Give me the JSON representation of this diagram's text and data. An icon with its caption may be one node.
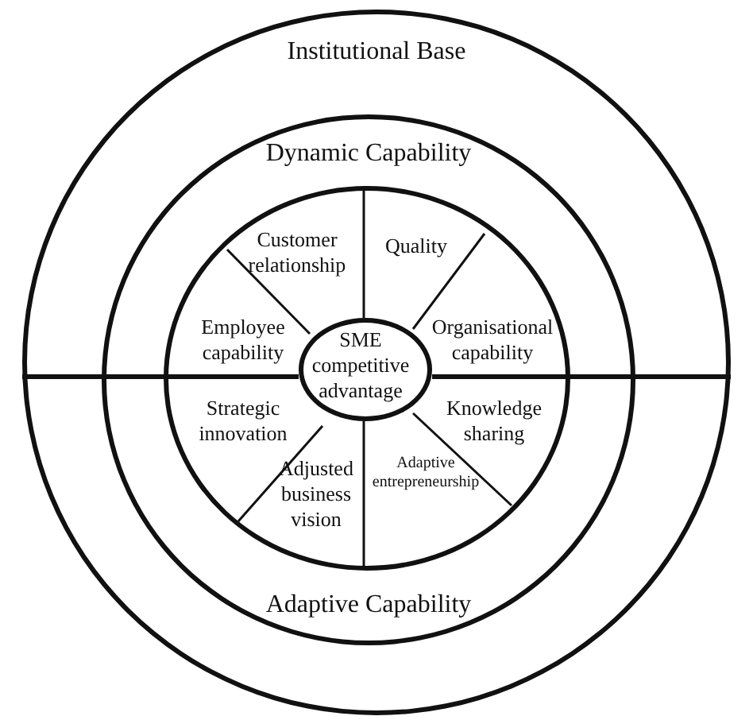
{
  "diagram": {
    "nodes": [
      {
        "text": [
          "Institutional Base"
        ]
      },
      {
        "text": [
          "Dynamic Capability",
          "Adaptive Capability"
        ],
        "in": 0
      },
      {
        "text": [],
        "shape": "circle",
        "in": 1
      },
      {
        "text": [
          "Customer relationship"
        ],
        "in": 2
      },
      {
        "text": [
          "Quality"
        ],
        "in": 2
      },
      {
        "text": [
          "Employee capability"
        ],
        "in": 2
      },
      {
        "text": [
          "SME competitive advantage"
        ],
        "in": 2
      },
      {
        "text": [
          "Organisational capability"
        ],
        "in": 2
      },
      {
        "text": [
          "Strategic innovation"
        ],
        "in": 2
      },
      {
        "text": [
          "Knowledge sharing"
        ],
        "in": 2
      },
      {
        "text": [
          "Adjusted business vision"
        ],
        "in": 2
      },
      {
        "text": [
          "Adaptive entrepreneurship"
        ],
        "in": 2
      }
    ],
    "edges": []
  }
}
